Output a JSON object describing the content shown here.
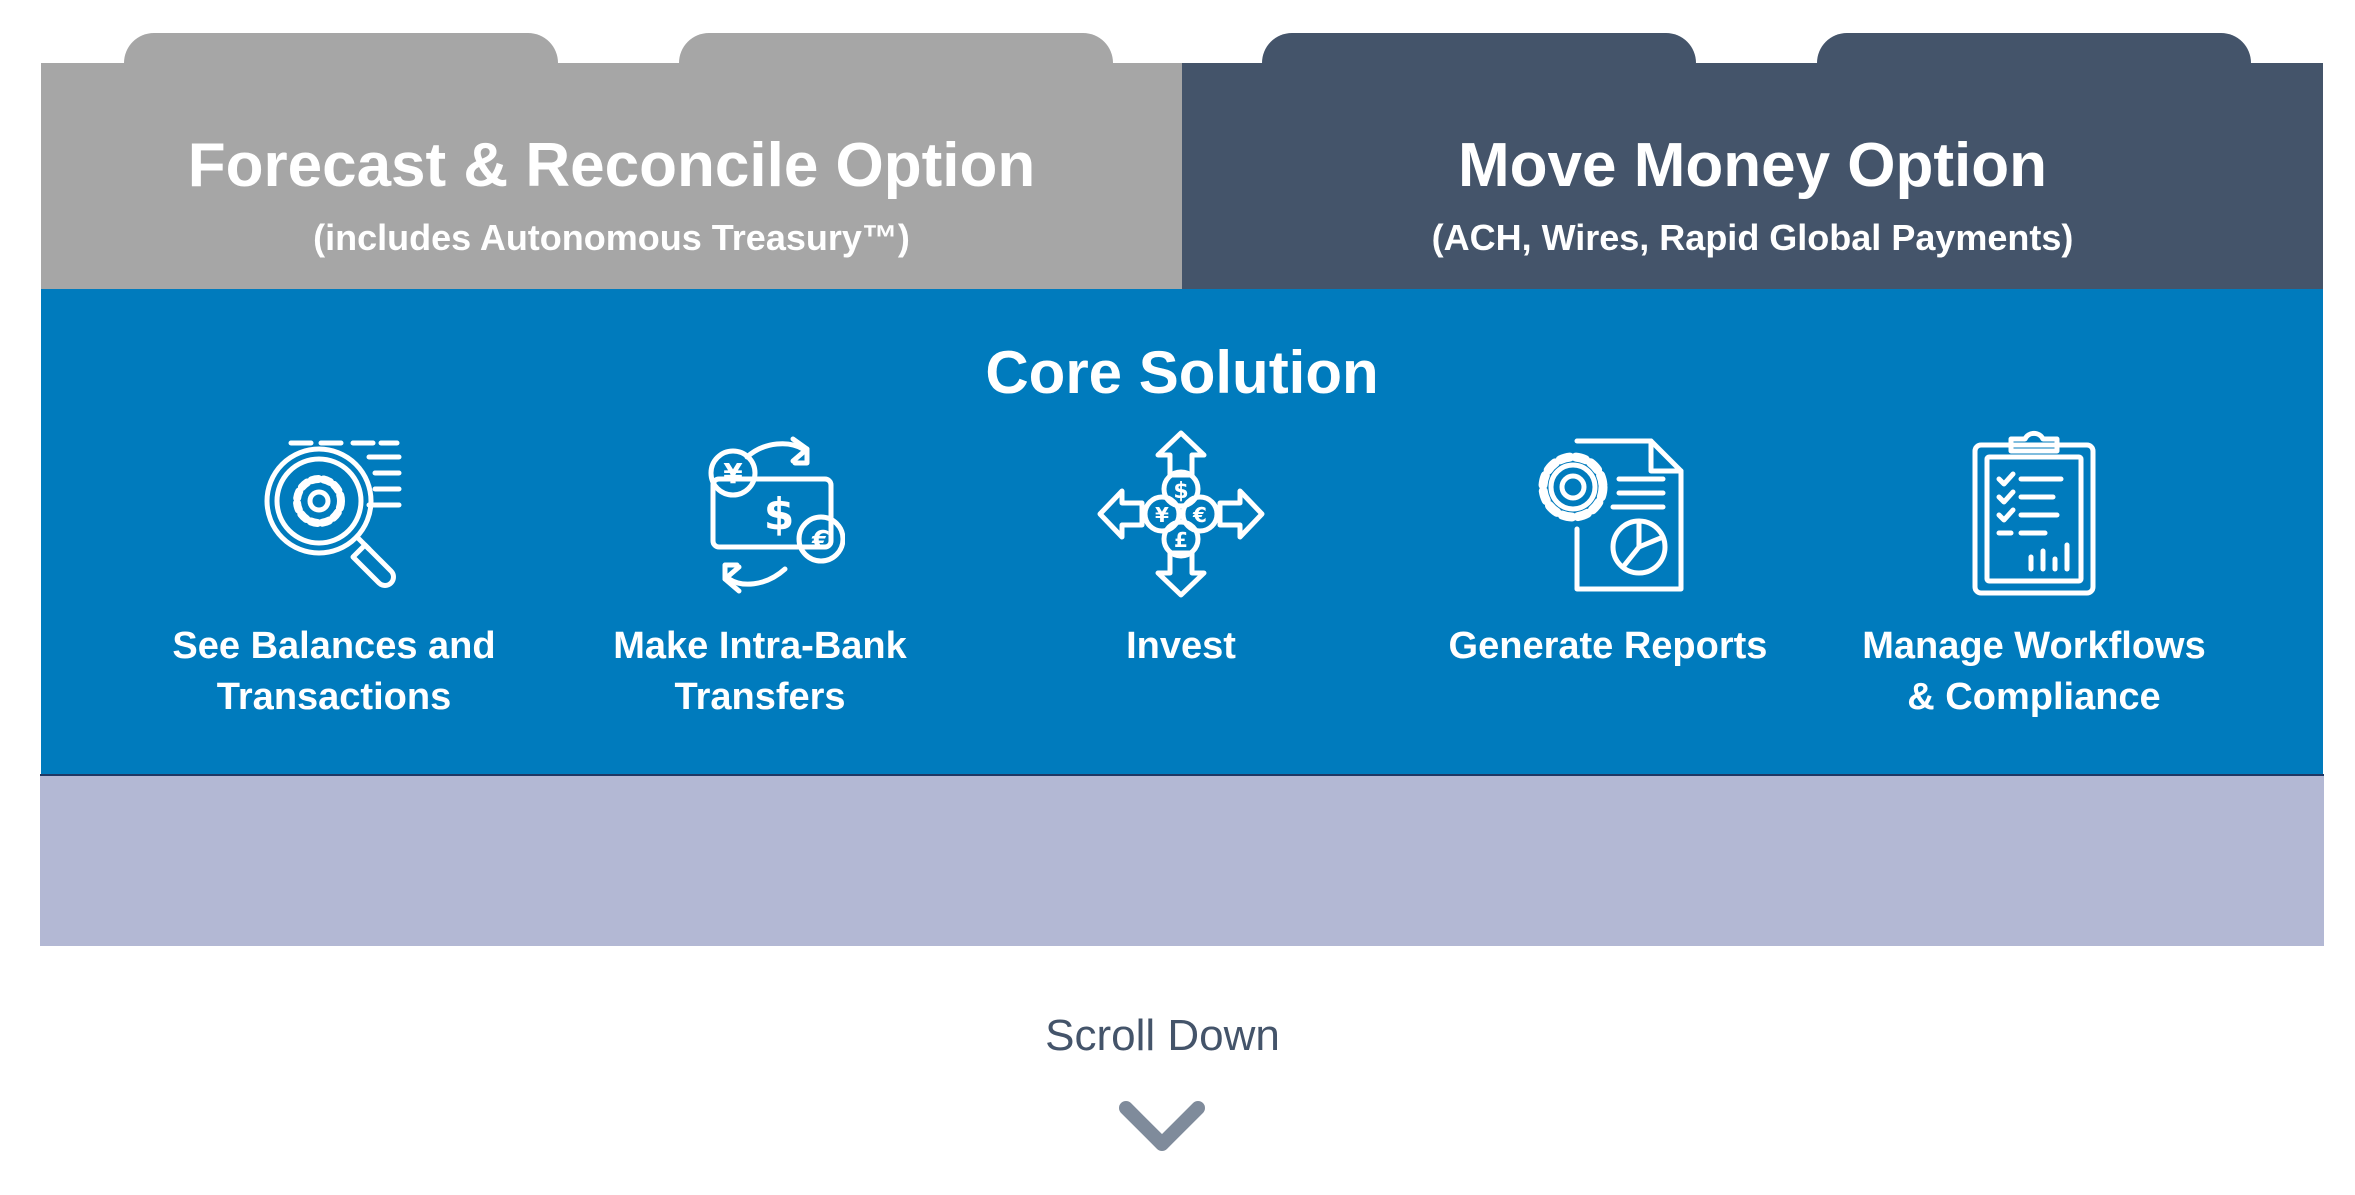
{
  "forecast": {
    "title": "Forecast & Reconcile Option",
    "subtitle": "(includes Autonomous Treasury™)",
    "color": "#a6a6a6"
  },
  "move": {
    "title": "Move Money Option",
    "subtitle": "(ACH, Wires, Rapid Global Payments)",
    "color": "#44546a"
  },
  "core": {
    "title": "Core Solution",
    "color": "#007bbd",
    "features": [
      {
        "label": "See Balances and Transactions",
        "icon": "magnifier-gear-icon"
      },
      {
        "label": "Make Intra-Bank Transfers",
        "icon": "currency-exchange-icon"
      },
      {
        "label": "Invest",
        "icon": "currency-arrows-icon"
      },
      {
        "label": "Generate Reports",
        "icon": "report-gear-icon"
      },
      {
        "label": "Manage Workflows & Compliance",
        "icon": "clipboard-checklist-icon"
      }
    ]
  },
  "footer": {
    "band_color": "#b3b8d4"
  },
  "scroll": {
    "label": "Scroll Down",
    "icon": "chevron-down-icon"
  }
}
